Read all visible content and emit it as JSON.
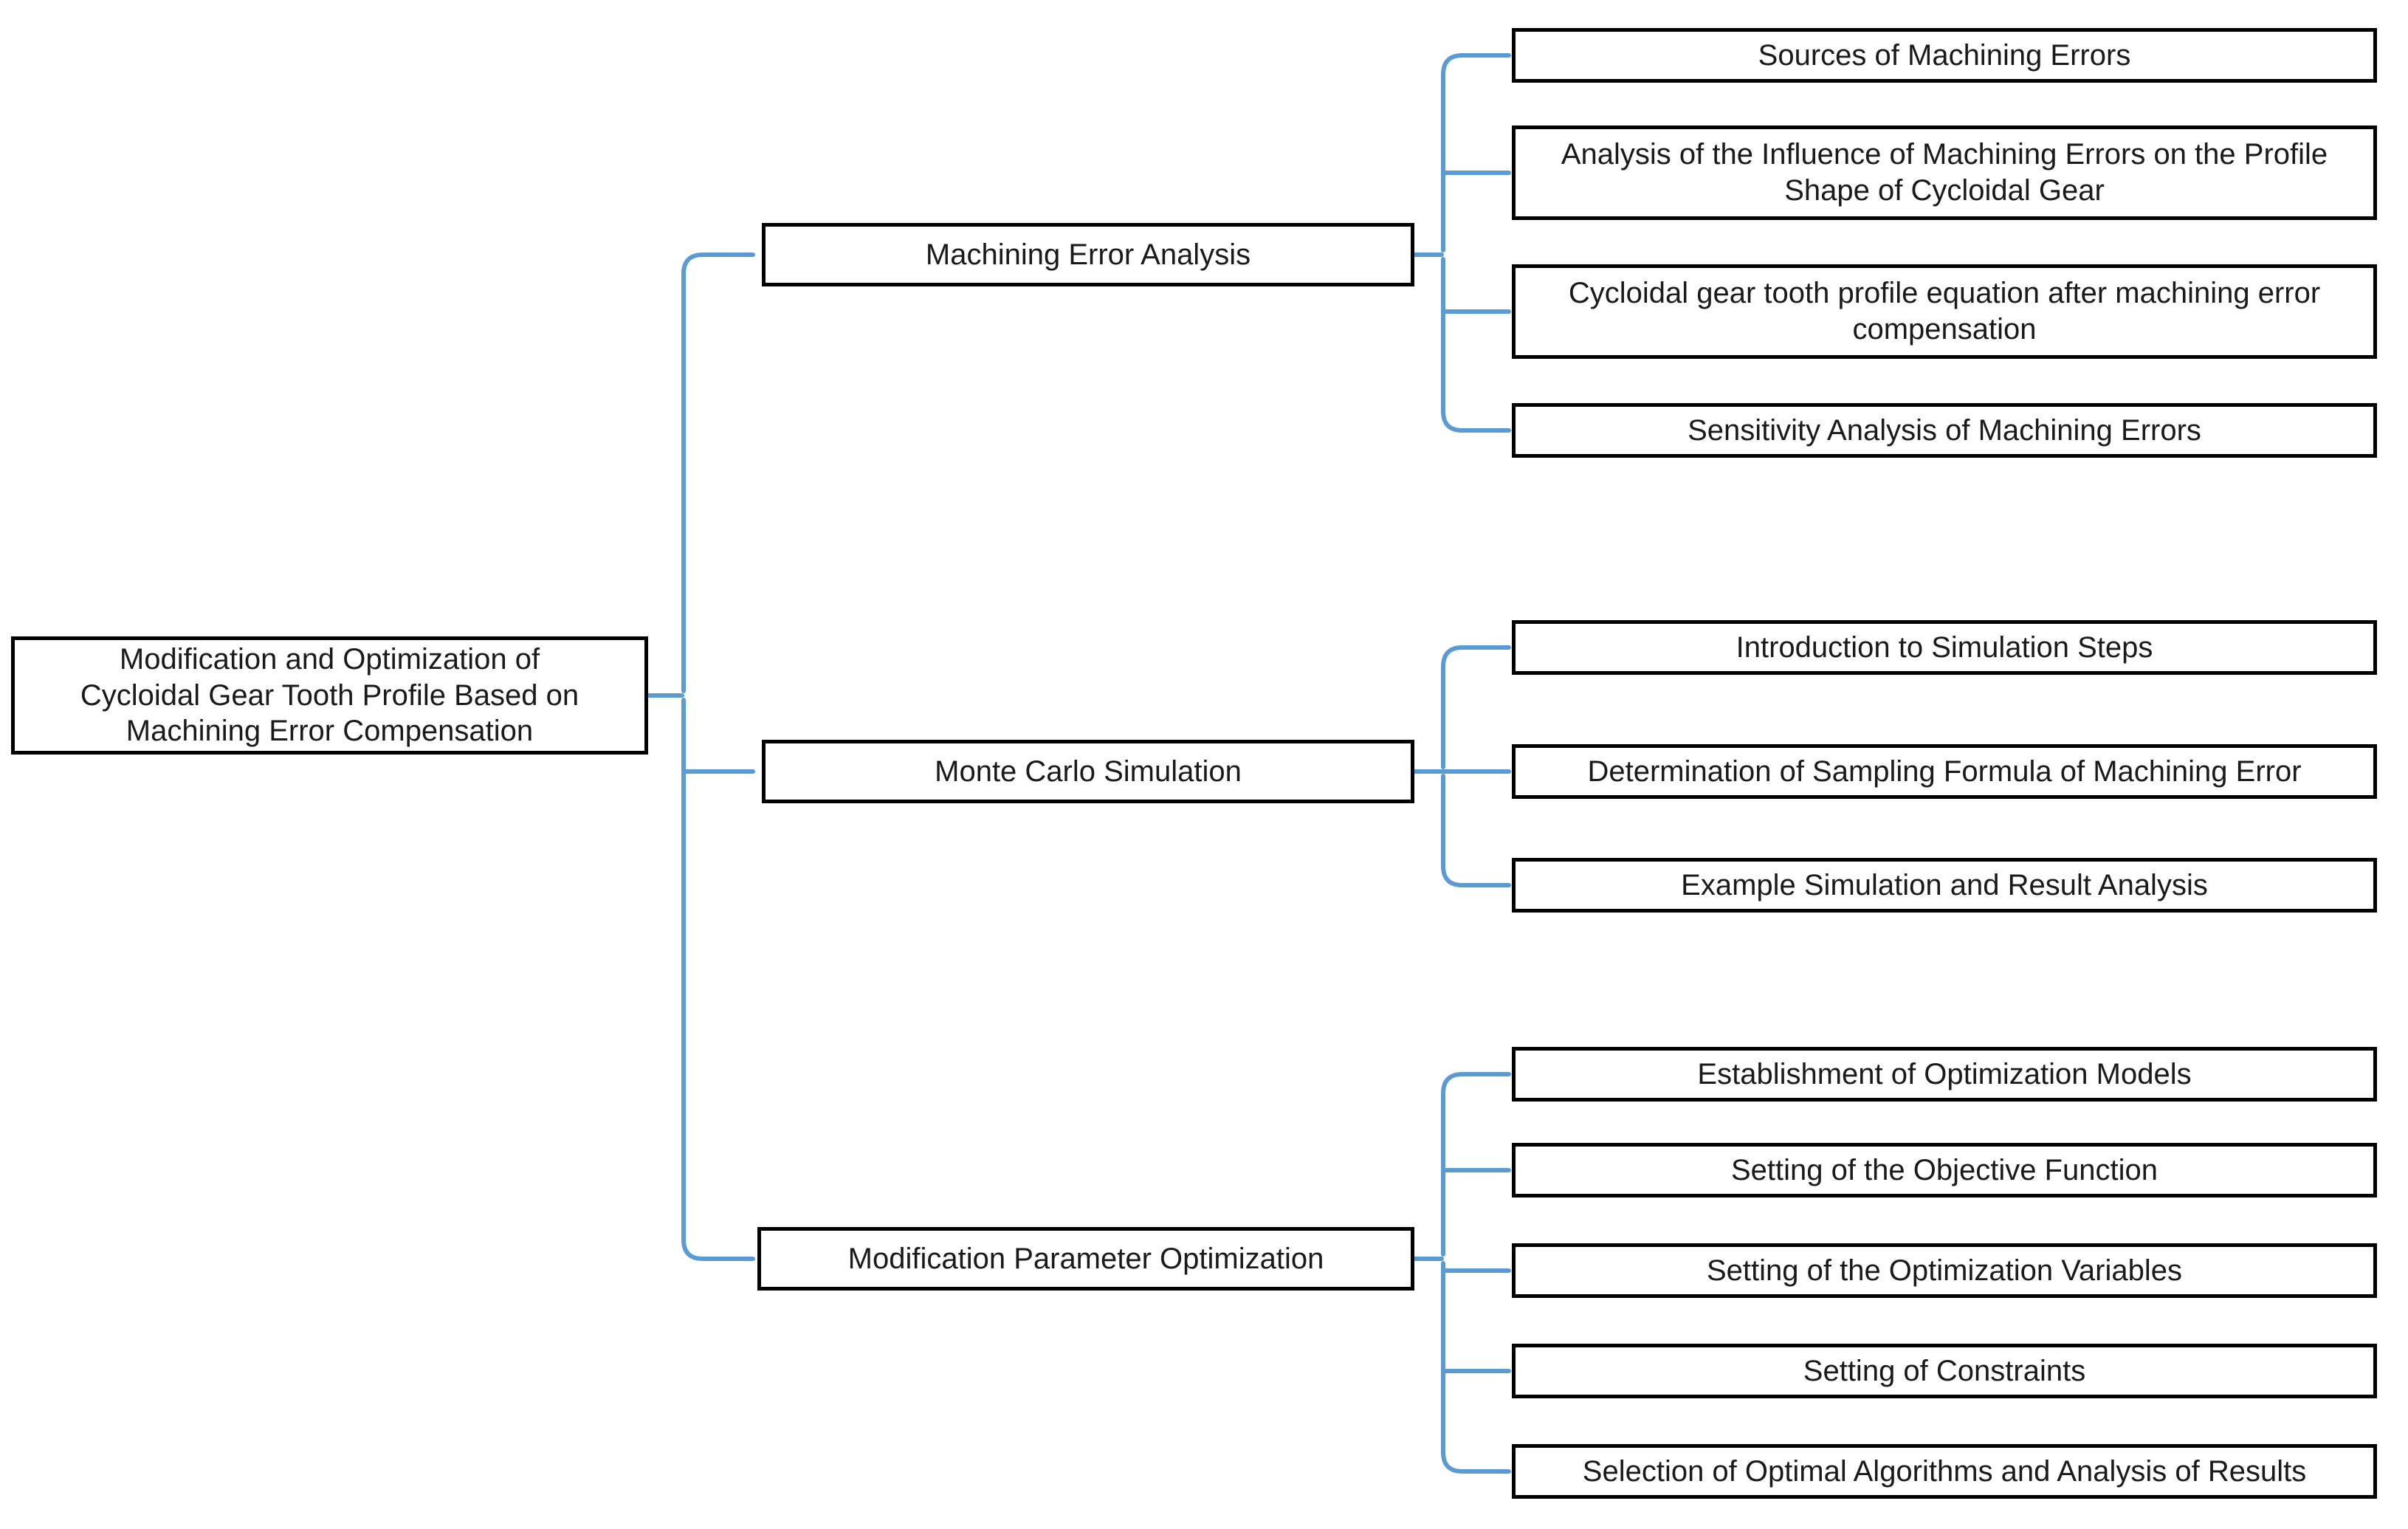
{
  "diagram": {
    "type": "mind-map",
    "title": "Modification and Optimization of Cycloidal Gear Tooth Profile Based on Machining Error Compensation",
    "connector_color": "#5B9BD5",
    "box_border_color": "#000000",
    "box_fill_color": "#FFFFFF",
    "text_color": "#1A1A1A"
  },
  "root": {
    "label": "Modification and Optimization of Cycloidal Gear Tooth Profile Based on Machining Error Compensation",
    "line1": "Modification and Optimization of",
    "line2": "Cycloidal Gear Tooth Profile Based on",
    "line3": "Machining Error Compensation"
  },
  "branches": [
    {
      "label": "Machining Error Analysis",
      "children": [
        {
          "label": "Sources of Machining Errors"
        },
        {
          "label": "Analysis of the Influence of Machining Errors on the Profile Shape of Cycloidal Gear"
        },
        {
          "label": "Cycloidal gear tooth profile equation after machining error compensation"
        },
        {
          "label": "Sensitivity Analysis of Machining Errors"
        }
      ]
    },
    {
      "label": "Monte Carlo Simulation",
      "children": [
        {
          "label": "Introduction to Simulation Steps"
        },
        {
          "label": "Determination of Sampling Formula of Machining Error"
        },
        {
          "label": "Example Simulation and Result Analysis"
        }
      ]
    },
    {
      "label": "Modification Parameter Optimization",
      "children": [
        {
          "label": "Establishment of Optimization Models"
        },
        {
          "label": "Setting of the Objective Function"
        },
        {
          "label": "Setting of the Optimization Variables"
        },
        {
          "label": "Setting of Constraints"
        },
        {
          "label": "Selection of Optimal Algorithms and Analysis of Results"
        }
      ]
    }
  ]
}
